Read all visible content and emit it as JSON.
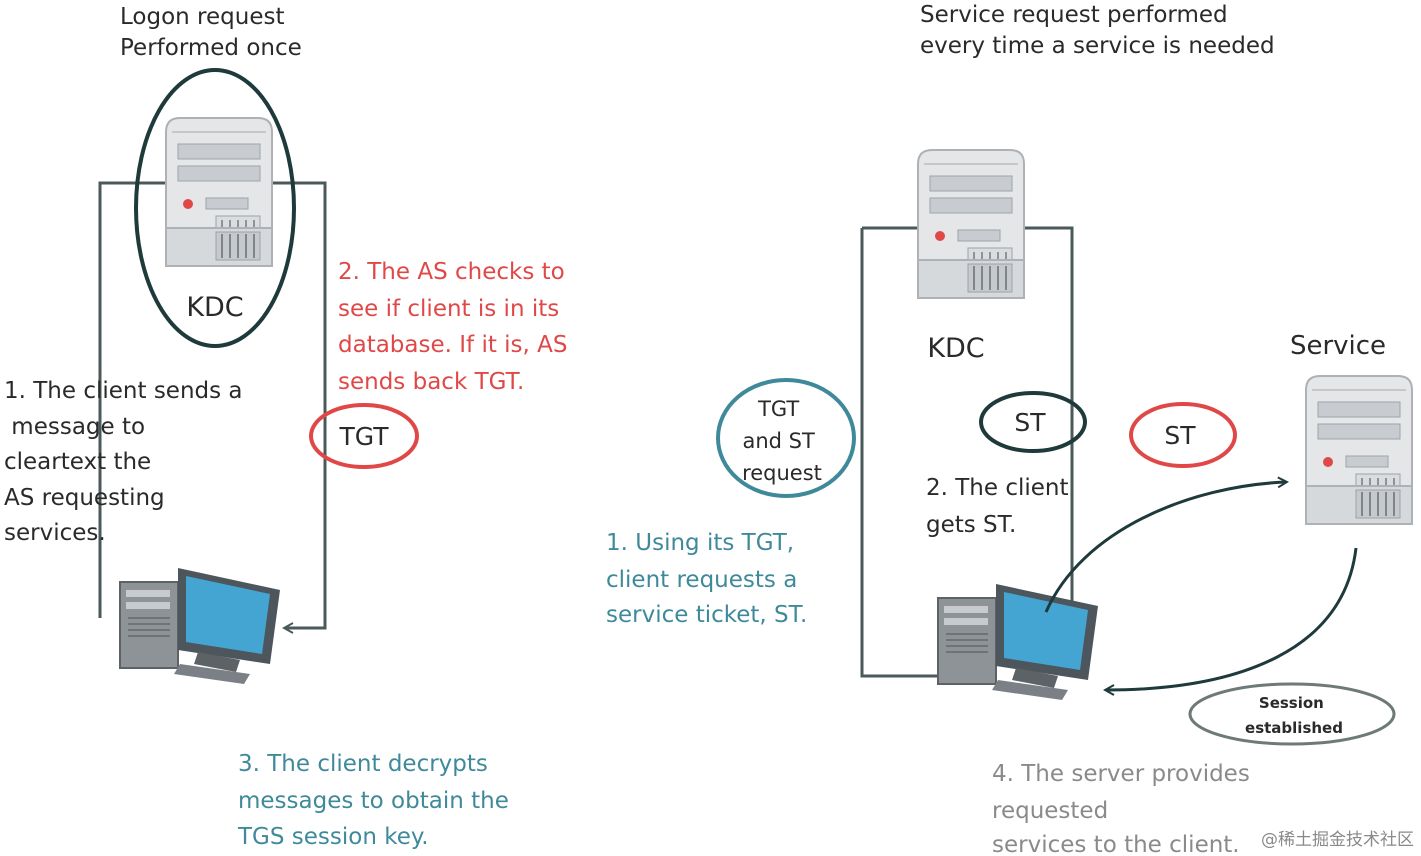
{
  "left_panel": {
    "header_line1": "Logon request",
    "header_line2": "Performed once",
    "kdc_label": "KDC",
    "step1": [
      "1. The client sends a",
      " message to",
      "cleartext the",
      "AS requesting",
      "services."
    ],
    "step2": [
      "2. The AS checks to",
      "see if client is in its",
      "database. If it is, AS",
      "sends back TGT."
    ],
    "tgt_label": "TGT",
    "step3": [
      "3. The client decrypts",
      "messages to obtain the",
      "TGS session key."
    ]
  },
  "right_panel": {
    "header_line1": "Service request performed",
    "header_line2": "every time a service is needed",
    "kdc_label": "KDC",
    "service_label": "Service",
    "request_bubble": [
      "TGT",
      "and ST",
      "request"
    ],
    "st_label_1": "ST",
    "st_label_2": "ST",
    "step1": [
      "1. Using its TGT,",
      "client requests a",
      "service ticket, ST."
    ],
    "step2": [
      "2. The client",
      "gets ST."
    ],
    "session_bubble": [
      "Session",
      "established"
    ],
    "step4": [
      "4. The server provides",
      "requested",
      "services to the client."
    ]
  },
  "watermark": "@稀土掘金技术社区",
  "colors": {
    "line": "#4a5a5a",
    "red": "#e04848",
    "teal": "#3f8a9a",
    "dark_oval": "#1e3a3a",
    "gray_text": "#8a8a8a"
  },
  "icons": [
    "server-icon",
    "computer-icon"
  ]
}
